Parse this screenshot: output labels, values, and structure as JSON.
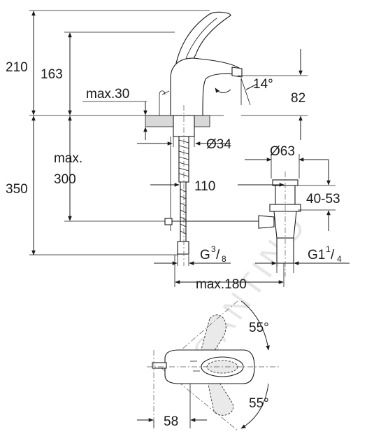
{
  "watermark": "SANTINO",
  "dimensions": {
    "total_height": "210",
    "spout_height": "163",
    "lever_angle_side": "14°",
    "spout_projection": "82",
    "max_deck_thickness": "max.30",
    "hole_diameter": "Ø34",
    "drain_diameter": "Ø63",
    "max_label": "max.",
    "max_under_value": "300",
    "under_height": "350",
    "drain_offset": "110",
    "drain_range": "40-53",
    "inlet_thread_main": "G",
    "inlet_thread_num": "3",
    "inlet_thread_den": "8",
    "waste_thread_main": "G1",
    "waste_thread_num": "1",
    "waste_thread_den": "4",
    "max_width": "max.180",
    "angle_top": "55°",
    "angle_bottom": "55°",
    "handle_offset": "58"
  },
  "colors": {
    "line": "#1a1a1a",
    "fill": "#ffffff",
    "hatch": "#d9d9d9"
  }
}
